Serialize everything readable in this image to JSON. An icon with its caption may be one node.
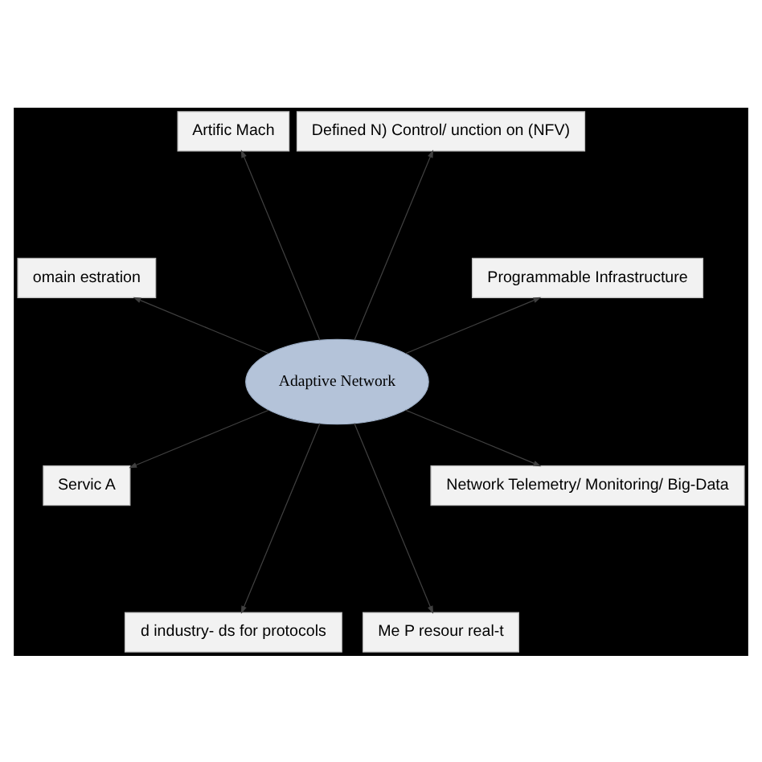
{
  "diagram": {
    "nodes": [
      {
        "text": [
          "Programmable Infrastructure"
        ]
      },
      {
        "text": [
          "Defined N) Control/ unction on (NFV)"
        ]
      },
      {
        "text": [
          "Artific Mach"
        ]
      },
      {
        "text": [
          "omain estration"
        ]
      },
      {
        "text": [
          "Adaptive Network"
        ]
      },
      {
        "text": [
          "Servic A"
        ]
      },
      {
        "text": [
          "d industry- ds for protocols"
        ]
      },
      {
        "text": [
          "Me P resour real-t"
        ]
      },
      {
        "text": [
          "Network Telemetry/ Monitoring/ Big-Data"
        ]
      }
    ],
    "edges": [
      {
        "from": 4,
        "to": 0,
        "arrow": "to"
      },
      {
        "from": 4,
        "to": 2,
        "arrow": "to"
      },
      {
        "from": 4,
        "to": 5,
        "arrow": "to"
      },
      {
        "from": 4,
        "to": 7,
        "arrow": "to"
      },
      {
        "from": 4,
        "to": 8,
        "arrow": "to"
      },
      {
        "from": 4,
        "to": 6,
        "arrow": "to"
      },
      {
        "from": 4,
        "to": 3,
        "arrow": "to"
      },
      {
        "from": 4,
        "to": 1,
        "arrow": "to"
      }
    ]
  }
}
